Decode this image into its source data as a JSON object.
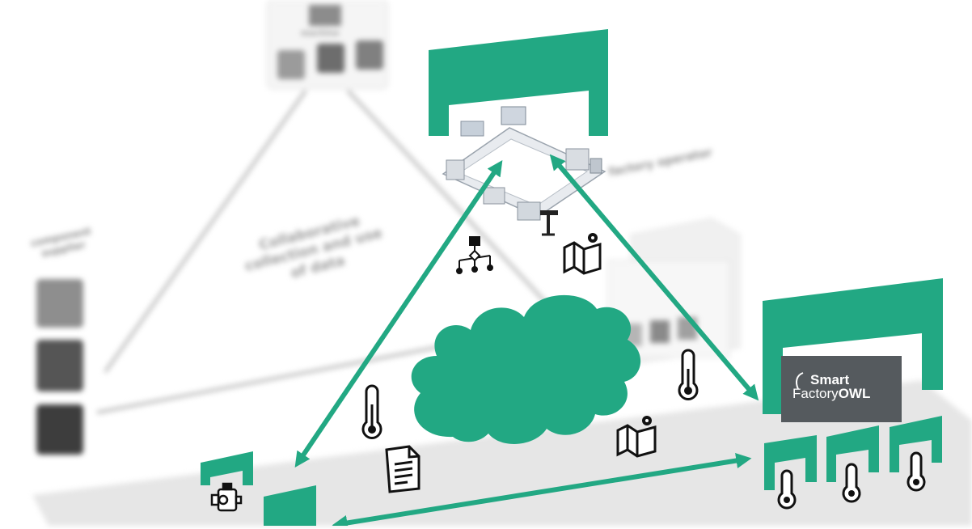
{
  "diagram": {
    "background_labels": {
      "machine": "machine",
      "factory_operator": "factory operator",
      "component_supplier": "component\nsupplier",
      "collaborative": "Collaborative\ncollection and use\nof data"
    },
    "logo": {
      "line1": "Smart",
      "line2": "Factory",
      "line3": "OWL"
    },
    "colors": {
      "accent": "#22a883",
      "logo_bg": "#555a5e",
      "icon": "#111111",
      "blurred_gray": "#8a8a8a"
    },
    "icons": [
      "org-chart-icon",
      "map-pin-icon",
      "thermometer-icon",
      "document-icon",
      "motor-icon",
      "cloud-icon",
      "production-line-icon"
    ]
  }
}
